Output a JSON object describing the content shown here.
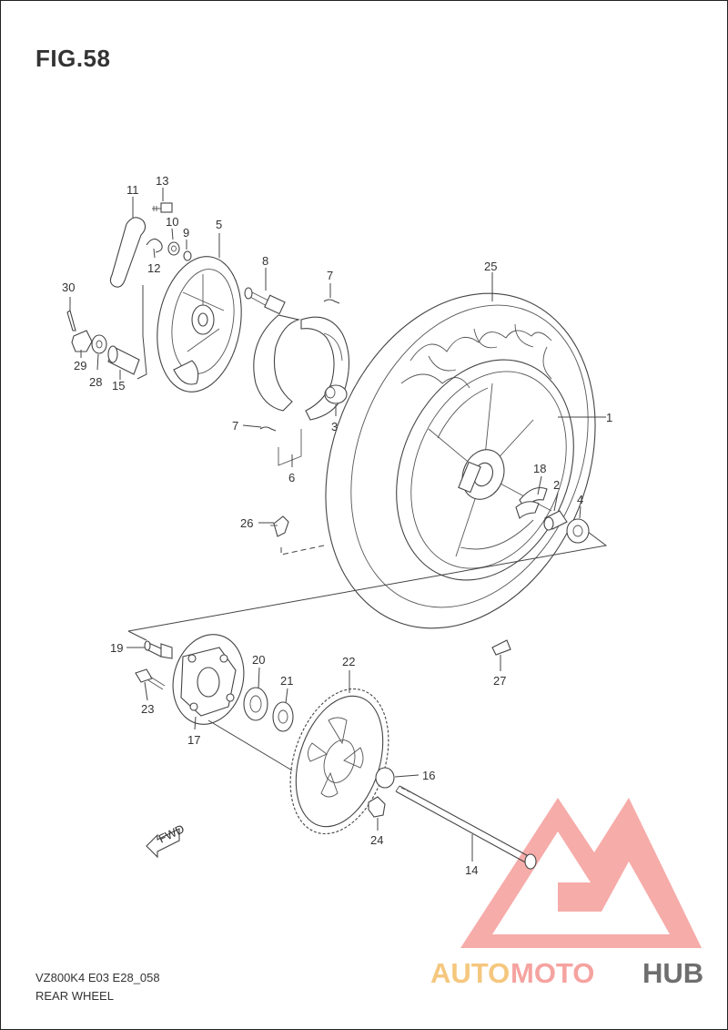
{
  "figure": {
    "title": "FIG.58",
    "model_code": "VZ800K4 E03 E28_058",
    "name": "REAR WHEEL"
  },
  "callouts": [
    "1",
    "2",
    "3",
    "4",
    "5",
    "6",
    "7",
    "7",
    "8",
    "9",
    "10",
    "11",
    "12",
    "13",
    "14",
    "15",
    "16",
    "17",
    "18",
    "19",
    "20",
    "21",
    "22",
    "23",
    "24",
    "25",
    "26",
    "27",
    "28",
    "29",
    "30"
  ],
  "fwd_label": "FWD",
  "watermark": {
    "part_a": "AUTO",
    "part_b": "MOTO",
    "part_c": "HUB",
    "colors": {
      "a": "#f5c77e",
      "b": "#f5a3a0",
      "c": "#6e6e6e",
      "logo": "#f5a3a0"
    }
  },
  "colors": {
    "line": "#444444",
    "background": "#ffffff"
  }
}
